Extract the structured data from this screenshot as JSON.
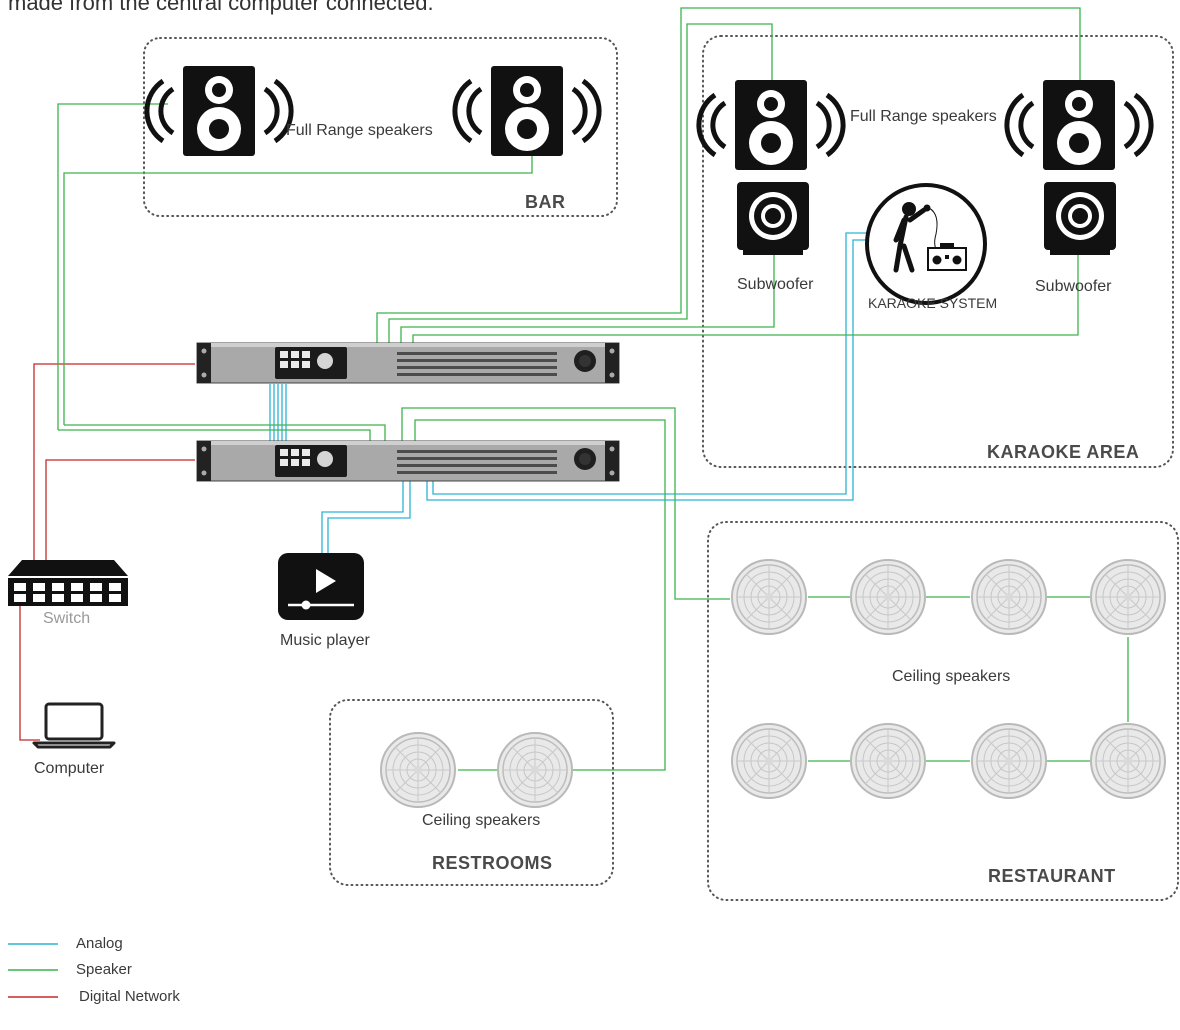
{
  "intro_text": "made from the central computer connected.",
  "zones": {
    "bar": "BAR",
    "karaoke": "KARAOKE AREA",
    "restrooms": "RESTROOMS",
    "restaurant": "RESTAURANT"
  },
  "labels": {
    "bar_speakers": "Full Range speakers",
    "karaoke_speakers": "Full Range speakers",
    "subwoofer_left": "Subwoofer",
    "subwoofer_right": "Subwoofer",
    "karaoke_system": "KARAOKE SYSTEM",
    "switch": "Switch",
    "computer": "Computer",
    "music_player": "Music player",
    "restaurant_ceiling": "Ceiling speakers",
    "restroom_ceiling": "Ceiling speakers"
  },
  "legend": [
    {
      "label": "Analog",
      "color": "#2bb3d4"
    },
    {
      "label": "Speaker",
      "color": "#3cb44b"
    },
    {
      "label": "Digital Network",
      "color": "#c62828"
    }
  ],
  "colors": {
    "analog": "#2bb3d4",
    "speaker": "#3cb44b",
    "network": "#c62828",
    "zone_border": "#555555"
  },
  "icons": {
    "full_range_speaker": "speaker-icon",
    "subwoofer": "subwoofer-icon",
    "ceiling_speaker": "ceiling-speaker-icon",
    "amplifier": "amplifier-icon",
    "switch": "network-switch-icon",
    "computer": "laptop-icon",
    "music_player": "play-icon",
    "karaoke": "karaoke-singer-icon"
  }
}
